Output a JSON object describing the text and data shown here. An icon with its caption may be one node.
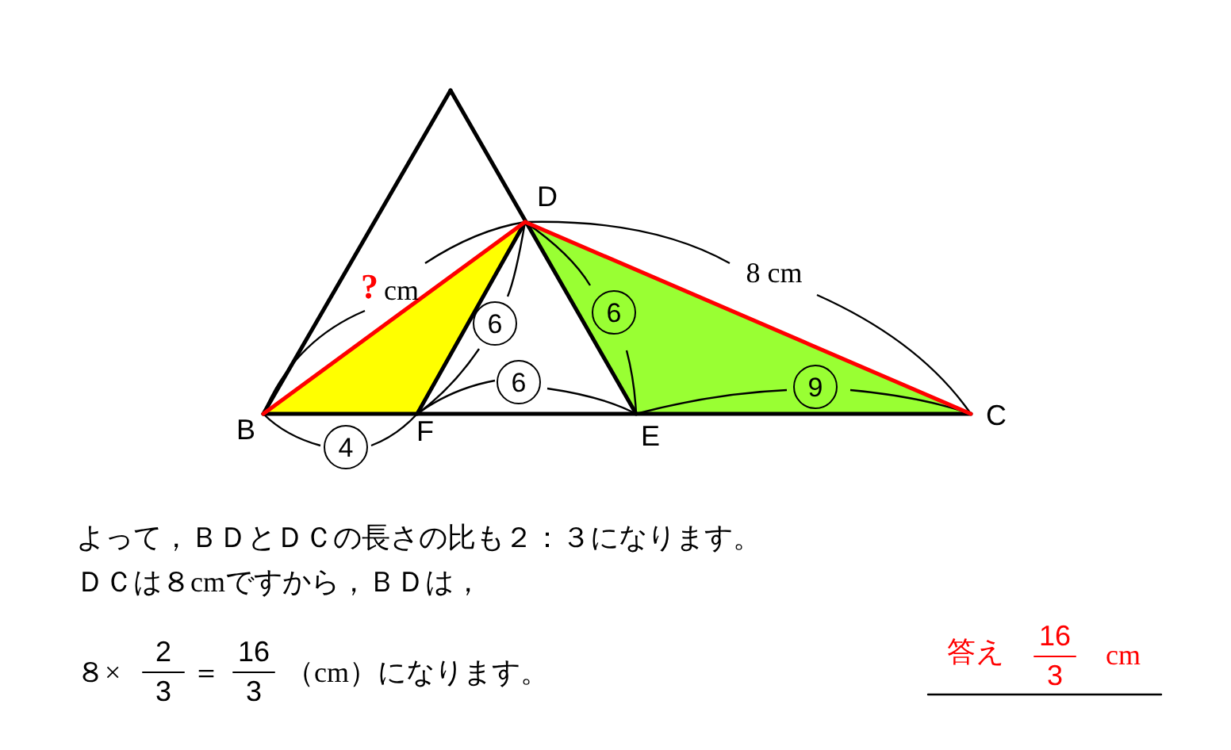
{
  "diagram": {
    "labels": [
      "D",
      "B",
      "F",
      "E",
      "C",
      "?",
      "cm",
      "8 cm",
      "6",
      "6",
      "6",
      "9",
      "4",
      "よって，ＢＤとＤＣの長さの比も２：３になります。",
      "ＤＣは８cmですから，ＢＤは，",
      "８×",
      "2",
      "3",
      "＝",
      "16",
      "3",
      "（cm）になります。",
      "答え",
      "16",
      "3",
      "cm"
    ]
  }
}
